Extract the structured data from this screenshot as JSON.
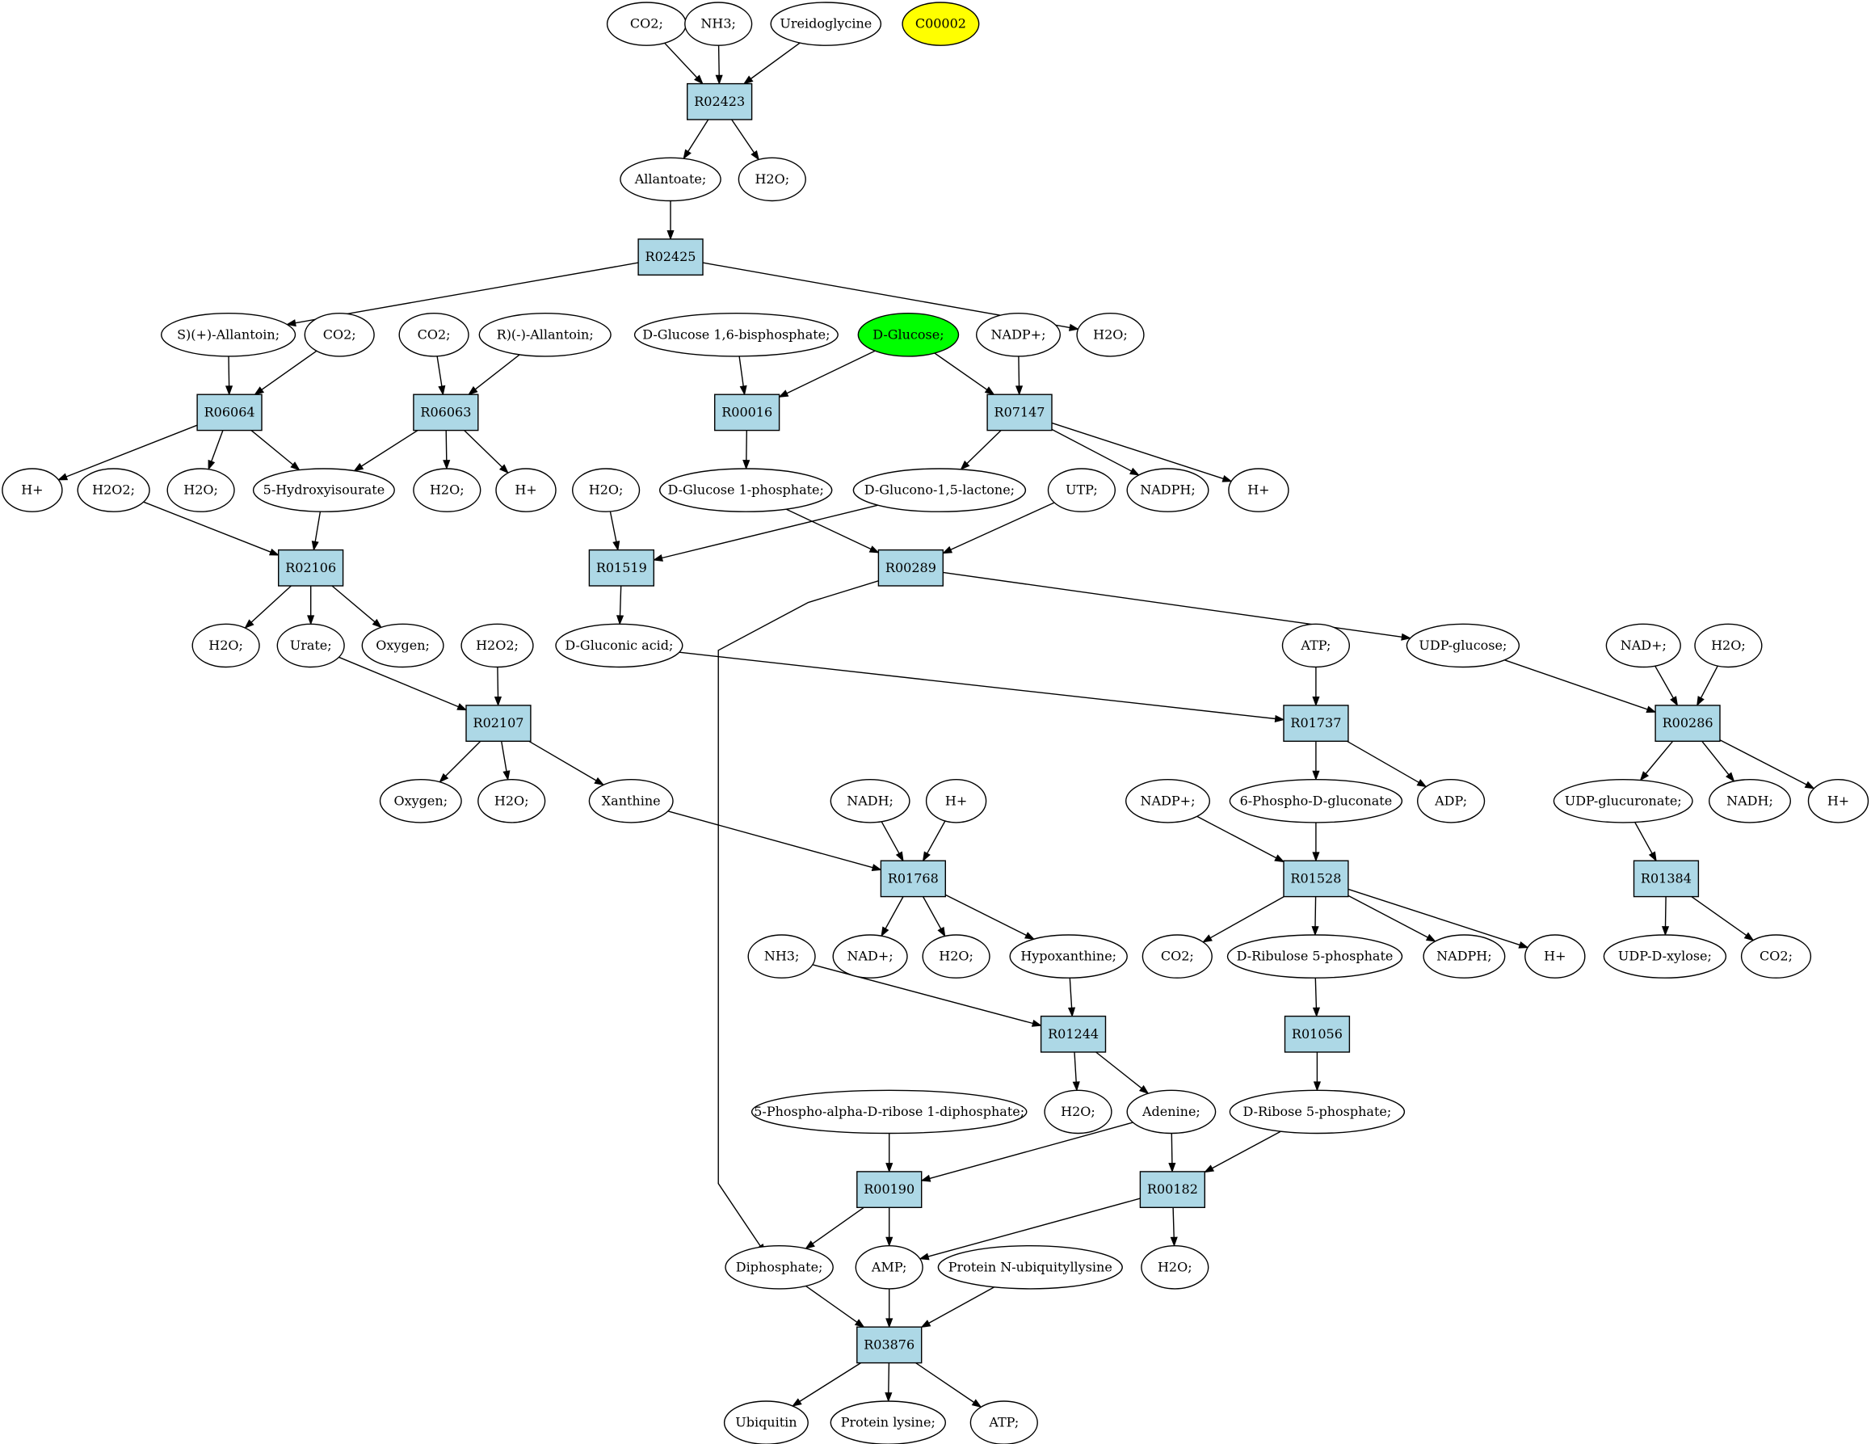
{
  "graph": {
    "colors": {
      "compound_fill": "#ffffff",
      "reaction_fill": "#add8e6",
      "query_highlight": "#ffff00",
      "source_highlight": "#00ff00",
      "edge": "#000000"
    },
    "legend_badge": {
      "label": "C00002",
      "color": "#ffff00"
    },
    "compounds": [
      {
        "id": "c_co2_1",
        "label": "CO2;"
      },
      {
        "id": "c_nh3_1",
        "label": "NH3;"
      },
      {
        "id": "c_ureidoglycine",
        "label": "Ureidoglycine"
      },
      {
        "id": "c_allantoate",
        "label": "Allantoate;"
      },
      {
        "id": "c_h2o_1",
        "label": "H2O;"
      },
      {
        "id": "c_s_allantoin",
        "label": "S)(+)-Allantoin;"
      },
      {
        "id": "c_co2_2",
        "label": "CO2;"
      },
      {
        "id": "c_co2_3",
        "label": "CO2;"
      },
      {
        "id": "c_r_allantoin",
        "label": "R)(-)-Allantoin;"
      },
      {
        "id": "c_glc16bp",
        "label": "D-Glucose 1,6-bisphosphate;"
      },
      {
        "id": "c_dglucose",
        "label": "D-Glucose;",
        "color": "#00ff00"
      },
      {
        "id": "c_nadp_1",
        "label": "NADP+;"
      },
      {
        "id": "c_h2o_2",
        "label": "H2O;"
      },
      {
        "id": "c_hplus_1",
        "label": "H+"
      },
      {
        "id": "c_h2o2_1",
        "label": "H2O2;"
      },
      {
        "id": "c_h2o_3",
        "label": "H2O;"
      },
      {
        "id": "c_5hiu",
        "label": "5-Hydroxyisourate"
      },
      {
        "id": "c_h2o_4",
        "label": "H2O;"
      },
      {
        "id": "c_hplus_2",
        "label": "H+"
      },
      {
        "id": "c_h2o_5",
        "label": "H2O;"
      },
      {
        "id": "c_glc1p",
        "label": "D-Glucose 1-phosphate;"
      },
      {
        "id": "c_gluconolactone",
        "label": "D-Glucono-1,5-lactone;"
      },
      {
        "id": "c_utp",
        "label": "UTP;"
      },
      {
        "id": "c_nadph_1",
        "label": "NADPH;"
      },
      {
        "id": "c_hplus_3",
        "label": "H+"
      },
      {
        "id": "c_h2o_6",
        "label": "H2O;"
      },
      {
        "id": "c_urate",
        "label": "Urate;"
      },
      {
        "id": "c_oxygen_1",
        "label": "Oxygen;"
      },
      {
        "id": "c_h2o2_2",
        "label": "H2O2;"
      },
      {
        "id": "c_gluconic",
        "label": "D-Gluconic acid;"
      },
      {
        "id": "c_atp_1",
        "label": "ATP;"
      },
      {
        "id": "c_udpglc",
        "label": "UDP-glucose;"
      },
      {
        "id": "c_nad_1",
        "label": "NAD+;"
      },
      {
        "id": "c_h2o_7",
        "label": "H2O;"
      },
      {
        "id": "c_oxygen_2",
        "label": "Oxygen;"
      },
      {
        "id": "c_h2o_8",
        "label": "H2O;"
      },
      {
        "id": "c_xanthine",
        "label": "Xanthine"
      },
      {
        "id": "c_nadh_1",
        "label": "NADH;"
      },
      {
        "id": "c_hplus_4",
        "label": "H+"
      },
      {
        "id": "c_nadp_2",
        "label": "NADP+;"
      },
      {
        "id": "c_6pg",
        "label": "6-Phospho-D-gluconate"
      },
      {
        "id": "c_adp",
        "label": "ADP;"
      },
      {
        "id": "c_udpglcA",
        "label": "UDP-glucuronate;"
      },
      {
        "id": "c_nadh_2",
        "label": "NADH;"
      },
      {
        "id": "c_hplus_5",
        "label": "H+"
      },
      {
        "id": "c_nh3_2",
        "label": "NH3;"
      },
      {
        "id": "c_nad_2",
        "label": "NAD+;"
      },
      {
        "id": "c_h2o_9",
        "label": "H2O;"
      },
      {
        "id": "c_hypoxanthine",
        "label": "Hypoxanthine;"
      },
      {
        "id": "c_co2_4",
        "label": "CO2;"
      },
      {
        "id": "c_ru5p",
        "label": "D-Ribulose 5-phosphate"
      },
      {
        "id": "c_nadph_2",
        "label": "NADPH;"
      },
      {
        "id": "c_hplus_6",
        "label": "H+"
      },
      {
        "id": "c_udpxyl",
        "label": "UDP-D-xylose;"
      },
      {
        "id": "c_co2_5",
        "label": "CO2;"
      },
      {
        "id": "c_prpp",
        "label": "5-Phospho-alpha-D-ribose 1-diphosphate;"
      },
      {
        "id": "c_h2o_10",
        "label": "H2O;"
      },
      {
        "id": "c_adenine",
        "label": "Adenine;"
      },
      {
        "id": "c_r5p",
        "label": "D-Ribose 5-phosphate;"
      },
      {
        "id": "c_diphosphate",
        "label": "Diphosphate;"
      },
      {
        "id": "c_amp",
        "label": "AMP;"
      },
      {
        "id": "c_protubq",
        "label": "Protein N-ubiquityllysine"
      },
      {
        "id": "c_h2o_11",
        "label": "H2O;"
      },
      {
        "id": "c_ubiquitin",
        "label": "Ubiquitin"
      },
      {
        "id": "c_protlys",
        "label": "Protein lysine;"
      },
      {
        "id": "c_atp_2",
        "label": "ATP;"
      }
    ],
    "reactions": [
      {
        "id": "r_R02423",
        "label": "R02423"
      },
      {
        "id": "r_R02425",
        "label": "R02425"
      },
      {
        "id": "r_R06064",
        "label": "R06064"
      },
      {
        "id": "r_R06063",
        "label": "R06063"
      },
      {
        "id": "r_R00016",
        "label": "R00016"
      },
      {
        "id": "r_R07147",
        "label": "R07147"
      },
      {
        "id": "r_R02106",
        "label": "R02106"
      },
      {
        "id": "r_R01519",
        "label": "R01519"
      },
      {
        "id": "r_R00289",
        "label": "R00289"
      },
      {
        "id": "r_R02107",
        "label": "R02107"
      },
      {
        "id": "r_R01737",
        "label": "R01737"
      },
      {
        "id": "r_R00286",
        "label": "R00286"
      },
      {
        "id": "r_R01768",
        "label": "R01768"
      },
      {
        "id": "r_R01528",
        "label": "R01528"
      },
      {
        "id": "r_R01384",
        "label": "R01384"
      },
      {
        "id": "r_R01244",
        "label": "R01244"
      },
      {
        "id": "r_R01056",
        "label": "R01056"
      },
      {
        "id": "r_R00190",
        "label": "R00190"
      },
      {
        "id": "r_R00182",
        "label": "R00182"
      },
      {
        "id": "r_R03876",
        "label": "R03876"
      }
    ],
    "edges": [
      [
        "c_co2_1",
        "r_R02423"
      ],
      [
        "c_nh3_1",
        "r_R02423"
      ],
      [
        "c_ureidoglycine",
        "r_R02423"
      ],
      [
        "r_R02423",
        "c_allantoate"
      ],
      [
        "r_R02423",
        "c_h2o_1"
      ],
      [
        "c_allantoate",
        "r_R02425"
      ],
      [
        "r_R02425",
        "c_s_allantoin"
      ],
      [
        "r_R02425",
        "c_h2o_2"
      ],
      [
        "c_s_allantoin",
        "r_R06064"
      ],
      [
        "c_co2_2",
        "r_R06064"
      ],
      [
        "c_co2_3",
        "r_R06063"
      ],
      [
        "c_r_allantoin",
        "r_R06063"
      ],
      [
        "c_glc16bp",
        "r_R00016"
      ],
      [
        "c_dglucose",
        "r_R00016"
      ],
      [
        "c_dglucose",
        "r_R07147"
      ],
      [
        "c_nadp_1",
        "r_R07147"
      ],
      [
        "r_R06064",
        "c_hplus_1"
      ],
      [
        "r_R06064",
        "c_h2o_3"
      ],
      [
        "r_R06064",
        "c_5hiu"
      ],
      [
        "r_R06063",
        "c_5hiu"
      ],
      [
        "r_R06063",
        "c_h2o_4"
      ],
      [
        "r_R06063",
        "c_hplus_2"
      ],
      [
        "r_R00016",
        "c_glc1p"
      ],
      [
        "r_R07147",
        "c_gluconolactone"
      ],
      [
        "r_R07147",
        "c_nadph_1"
      ],
      [
        "r_R07147",
        "c_hplus_3"
      ],
      [
        "c_h2o2_1",
        "r_R02106"
      ],
      [
        "c_5hiu",
        "r_R02106"
      ],
      [
        "c_h2o_5",
        "r_R01519"
      ],
      [
        "c_gluconolactone",
        "r_R01519"
      ],
      [
        "c_glc1p",
        "r_R00289"
      ],
      [
        "c_utp",
        "r_R00289"
      ],
      [
        "r_R02106",
        "c_h2o_6"
      ],
      [
        "r_R02106",
        "c_urate"
      ],
      [
        "r_R02106",
        "c_oxygen_1"
      ],
      [
        "r_R01519",
        "c_gluconic"
      ],
      [
        "r_R00289",
        "c_udpglc"
      ],
      [
        "r_R00289",
        "c_diphosphate"
      ],
      [
        "c_urate",
        "r_R02107"
      ],
      [
        "c_h2o2_2",
        "r_R02107"
      ],
      [
        "c_gluconic",
        "r_R01737"
      ],
      [
        "c_atp_1",
        "r_R01737"
      ],
      [
        "c_udpglc",
        "r_R00286"
      ],
      [
        "c_nad_1",
        "r_R00286"
      ],
      [
        "c_h2o_7",
        "r_R00286"
      ],
      [
        "r_R02107",
        "c_oxygen_2"
      ],
      [
        "r_R02107",
        "c_h2o_8"
      ],
      [
        "r_R02107",
        "c_xanthine"
      ],
      [
        "r_R01737",
        "c_6pg"
      ],
      [
        "r_R01737",
        "c_adp"
      ],
      [
        "r_R00286",
        "c_udpglcA"
      ],
      [
        "r_R00286",
        "c_nadh_2"
      ],
      [
        "r_R00286",
        "c_hplus_5"
      ],
      [
        "c_xanthine",
        "r_R01768"
      ],
      [
        "c_nadh_1",
        "r_R01768"
      ],
      [
        "c_hplus_4",
        "r_R01768"
      ],
      [
        "c_nadp_2",
        "r_R01528"
      ],
      [
        "c_6pg",
        "r_R01528"
      ],
      [
        "c_udpglcA",
        "r_R01384"
      ],
      [
        "r_R01768",
        "c_nad_2"
      ],
      [
        "r_R01768",
        "c_h2o_9"
      ],
      [
        "r_R01768",
        "c_hypoxanthine"
      ],
      [
        "r_R01528",
        "c_co2_4"
      ],
      [
        "r_R01528",
        "c_ru5p"
      ],
      [
        "r_R01528",
        "c_nadph_2"
      ],
      [
        "r_R01528",
        "c_hplus_6"
      ],
      [
        "r_R01384",
        "c_udpxyl"
      ],
      [
        "r_R01384",
        "c_co2_5"
      ],
      [
        "c_nh3_2",
        "r_R01244"
      ],
      [
        "c_hypoxanthine",
        "r_R01244"
      ],
      [
        "c_ru5p",
        "r_R01056"
      ],
      [
        "r_R01244",
        "c_h2o_10"
      ],
      [
        "r_R01244",
        "c_adenine"
      ],
      [
        "r_R01056",
        "c_r5p"
      ],
      [
        "c_prpp",
        "r_R00190"
      ],
      [
        "c_adenine",
        "r_R00190"
      ],
      [
        "c_adenine",
        "r_R00182"
      ],
      [
        "c_r5p",
        "r_R00182"
      ],
      [
        "r_R00190",
        "c_diphosphate"
      ],
      [
        "r_R00190",
        "c_amp"
      ],
      [
        "r_R00182",
        "c_amp"
      ],
      [
        "r_R00182",
        "c_h2o_11"
      ],
      [
        "c_diphosphate",
        "r_R03876"
      ],
      [
        "c_amp",
        "r_R03876"
      ],
      [
        "c_protubq",
        "r_R03876"
      ],
      [
        "r_R03876",
        "c_ubiquitin"
      ],
      [
        "r_R03876",
        "c_protlys"
      ],
      [
        "r_R03876",
        "c_atp_2"
      ]
    ]
  }
}
